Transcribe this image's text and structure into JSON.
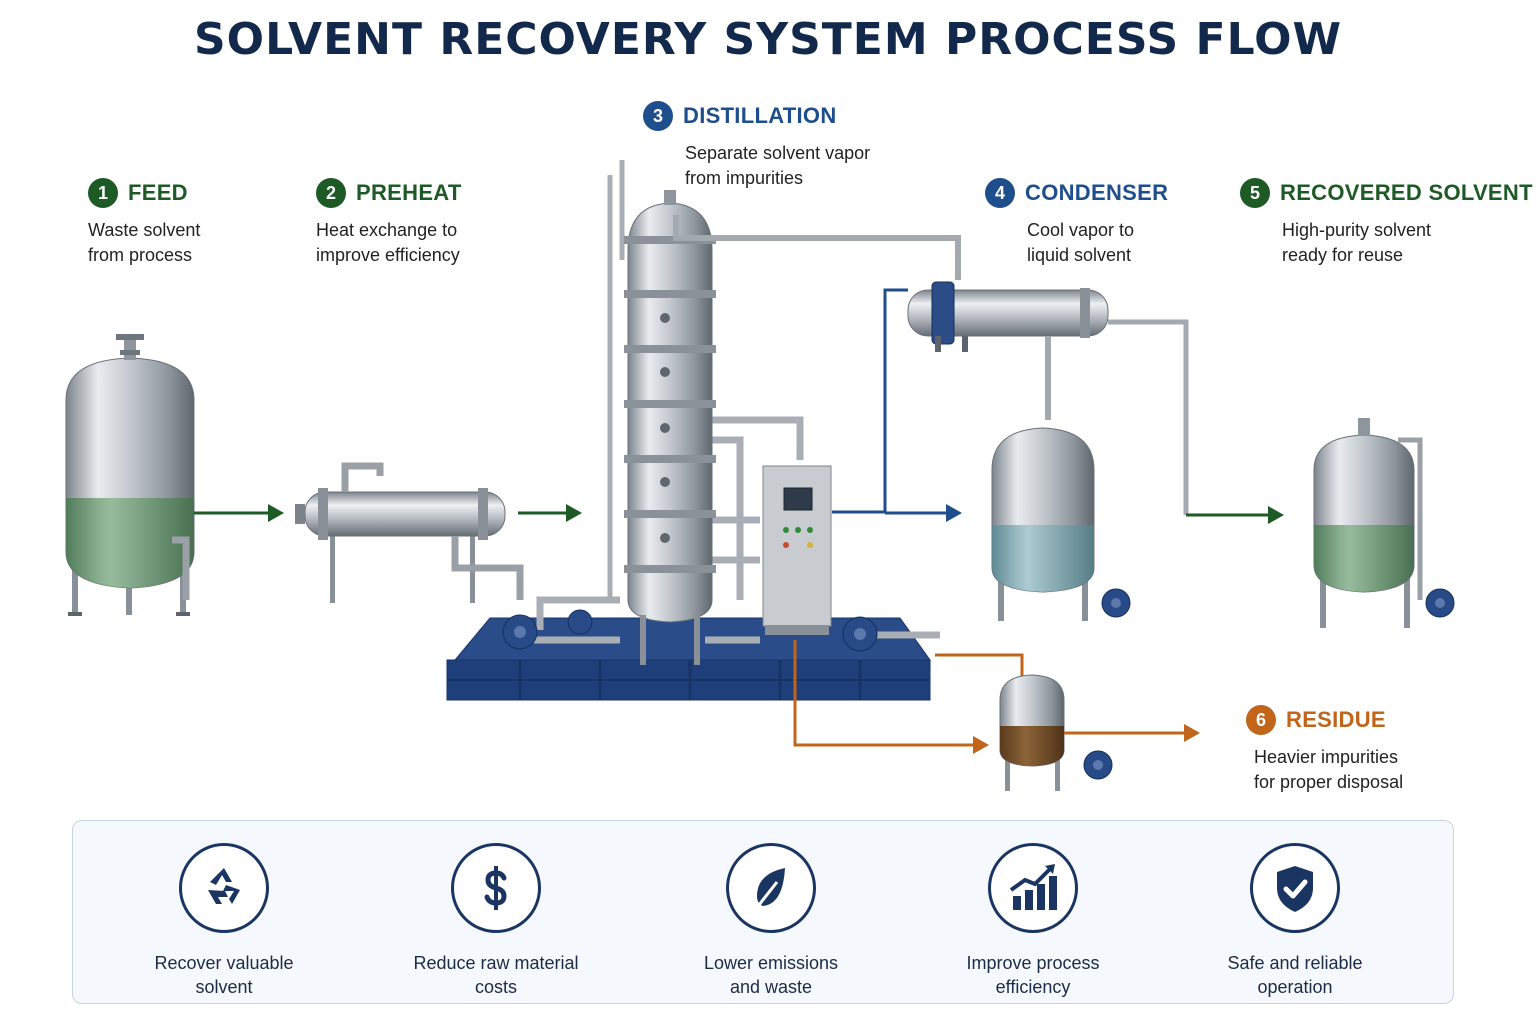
{
  "title": "SOLVENT RECOVERY SYSTEM PROCESS FLOW",
  "colors": {
    "title": "#13294b",
    "green": "#1e5a26",
    "blue": "#1f4e8c",
    "orange": "#c0651a",
    "steel": "#b9bec4",
    "skid": "#1f3f7a"
  },
  "steps": [
    {
      "number": "1",
      "name": "FEED",
      "desc": [
        "Waste solvent",
        "from process"
      ],
      "color": "#1e5a26"
    },
    {
      "number": "2",
      "name": "PREHEAT",
      "desc": [
        "Heat exchange to",
        "improve efficiency"
      ],
      "color": "#1e5a26"
    },
    {
      "number": "3",
      "name": "DISTILLATION",
      "desc": [
        "Separate solvent vapor",
        "from impurities"
      ],
      "color": "#1f4e8c"
    },
    {
      "number": "4",
      "name": "CONDENSER",
      "desc": [
        "Cool vapor to",
        "liquid solvent"
      ],
      "color": "#1f4e8c"
    },
    {
      "number": "5",
      "name": "RECOVERED SOLVENT",
      "desc": [
        "High-purity solvent",
        "ready for reuse"
      ],
      "color": "#1e5a26"
    },
    {
      "number": "6",
      "name": "RESIDUE",
      "desc": [
        "Heavier impurities",
        "for proper disposal"
      ],
      "color": "#c0651a"
    }
  ],
  "benefits": [
    {
      "icon": "recycle-icon",
      "label": [
        "Recover valuable",
        "solvent"
      ]
    },
    {
      "icon": "dollar-icon",
      "label": [
        "Reduce raw material",
        "costs"
      ]
    },
    {
      "icon": "leaf-icon",
      "label": [
        "Lower emissions",
        "and waste"
      ]
    },
    {
      "icon": "growth-chart-icon",
      "label": [
        "Improve process",
        "efficiency"
      ]
    },
    {
      "icon": "shield-check-icon",
      "label": [
        "Safe and reliable",
        "operation"
      ]
    }
  ]
}
